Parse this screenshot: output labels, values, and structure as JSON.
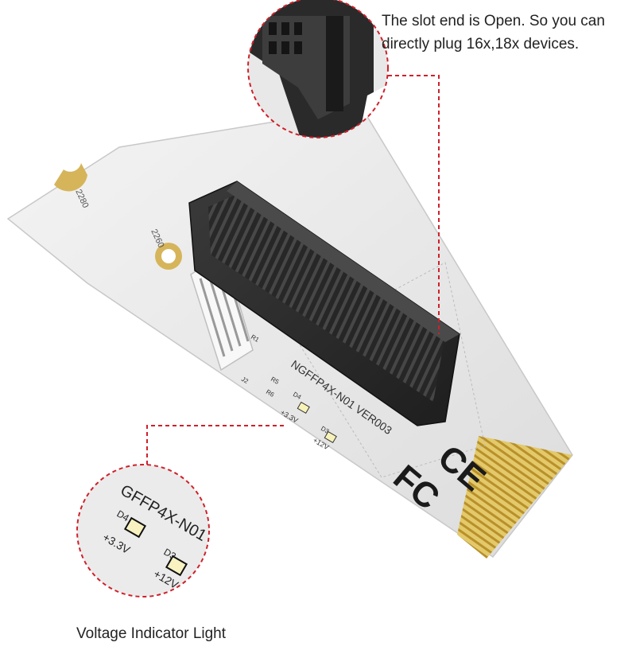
{
  "callouts": {
    "slot_line1": "The slot end is Open. So you can",
    "slot_line2": "directly plug 16x,18x devices.",
    "voltage_label": "Voltage Indicator Light"
  },
  "board": {
    "silkscreen_model": "NGFFP4X-N01 VER003",
    "size_2280": "2280",
    "size_2260": "2260",
    "zoom_model": "GFFP4X-N01",
    "led_d4": "D4",
    "led_d3": "D3",
    "v33": "+3.3V",
    "v12": "+12V",
    "r5": "R5",
    "r6": "R6",
    "j2": "J2",
    "r1": "R1",
    "ce_mark": "CE",
    "fc_mark": "FC"
  },
  "colors": {
    "callout_red": "#d0202a",
    "board_white": "#eeeeee",
    "slot_black": "#2b2b2b",
    "gold": "#c9a43a"
  }
}
